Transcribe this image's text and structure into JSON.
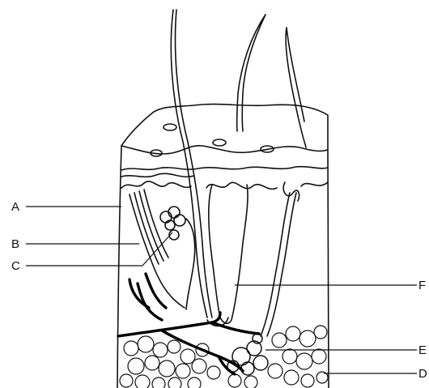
{
  "labels": {
    "a": "A",
    "b": "B",
    "c": "C",
    "d": "D",
    "e": "E",
    "f": "F"
  },
  "colors": {
    "stroke": "#111111",
    "background": "#ffffff",
    "vessel": "#000000"
  }
}
